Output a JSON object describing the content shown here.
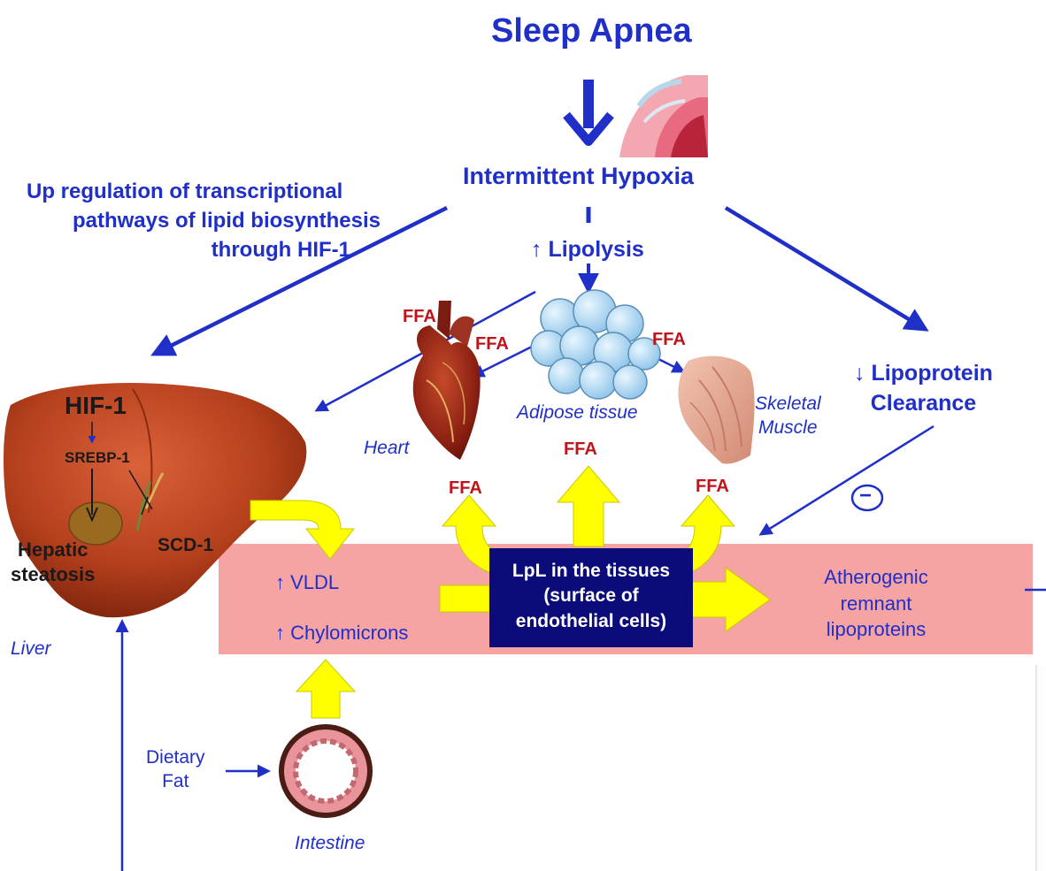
{
  "title": "Sleep Apnea",
  "hypoxia": "Intermittent Hypoxia",
  "hif_pathway": [
    "Up regulation of transcriptional",
    "pathways of lipid biosynthesis",
    "through HIF-1"
  ],
  "lipolysis": "↑ Lipolysis",
  "clearance": [
    "↓ Lipoprotein",
    "Clearance"
  ],
  "ffa": "FFA",
  "adipose": "Adipose tissue",
  "heart": "Heart",
  "muscle": [
    "Skeletal",
    "Muscle"
  ],
  "liver": {
    "label": "Liver",
    "hif1": "HIF-1",
    "srebp1": "SREBP-1",
    "scd1": "SCD-1",
    "steatosis": [
      "Hepatic",
      "steatosis"
    ]
  },
  "vldl": "↑ VLDL",
  "chylomicrons": "↑ Chylomicrons",
  "lpl": [
    "LpL in the tissues",
    "(surface of",
    "endothelial cells)"
  ],
  "remnant": [
    "Atherogenic",
    "remnant",
    "lipoproteins"
  ],
  "dietary_fat": [
    "Dietary",
    "Fat"
  ],
  "intestine": "Intestine",
  "inhibit_sign": "−",
  "colors": {
    "text_blue": "#1f2fc8",
    "ffa_red": "#c0141a",
    "band_pink": "#f5a3a3",
    "lpl_navy": "#0b0b7a",
    "arrow_yellow": "#ffff00",
    "liver_brown": "#b5401c"
  }
}
